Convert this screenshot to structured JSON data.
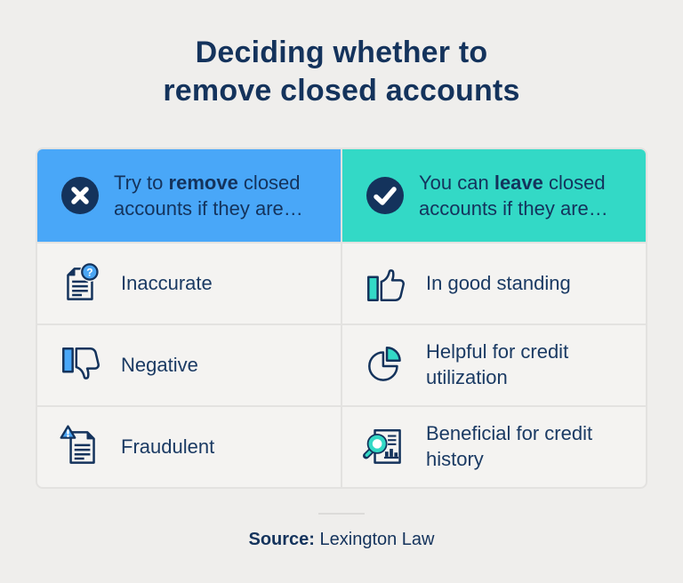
{
  "title": {
    "line1": "Deciding whether to",
    "line2": "remove closed accounts"
  },
  "chart_data": {
    "type": "table",
    "title": "Deciding whether to remove closed accounts",
    "columns": [
      {
        "header": "Try to remove closed accounts if they are…",
        "header_icon": "x-circle-icon",
        "rows": [
          "Inaccurate",
          "Negative",
          "Fraudulent"
        ]
      },
      {
        "header": "You can leave closed accounts if they are…",
        "header_icon": "check-circle-icon",
        "rows": [
          "In good standing",
          "Helpful for credit utilization",
          "Beneficial for credit history"
        ]
      }
    ],
    "source": "Lexington Law"
  },
  "table": {
    "columns": [
      {
        "header": {
          "prefix": "Try to ",
          "bold": "remove",
          "suffix": " closed accounts if they are…"
        },
        "icon": "x-circle-icon",
        "rows": [
          {
            "icon": "document-question-icon",
            "label": "Inaccurate"
          },
          {
            "icon": "thumbs-down-icon",
            "label": "Negative"
          },
          {
            "icon": "document-warning-icon",
            "label": "Fraudulent"
          }
        ]
      },
      {
        "header": {
          "prefix": "You can ",
          "bold": "leave",
          "suffix": " closed accounts if they are…"
        },
        "icon": "check-circle-icon",
        "rows": [
          {
            "icon": "thumbs-up-icon",
            "label": "In good standing"
          },
          {
            "icon": "pie-chart-icon",
            "label": "Helpful for credit utilization"
          },
          {
            "icon": "document-search-icon",
            "label": "Beneficial for credit history"
          }
        ]
      }
    ]
  },
  "footer": {
    "source_label": "Source:",
    "source_value": "Lexington Law"
  },
  "colors": {
    "background": "#EFEEEC",
    "cell": "#F4F3F1",
    "border": "#E3E2E0",
    "navy": "#14335C",
    "blue": "#49A7F8",
    "teal": "#33D9C6",
    "icon_blue": "#4BA6F3"
  }
}
